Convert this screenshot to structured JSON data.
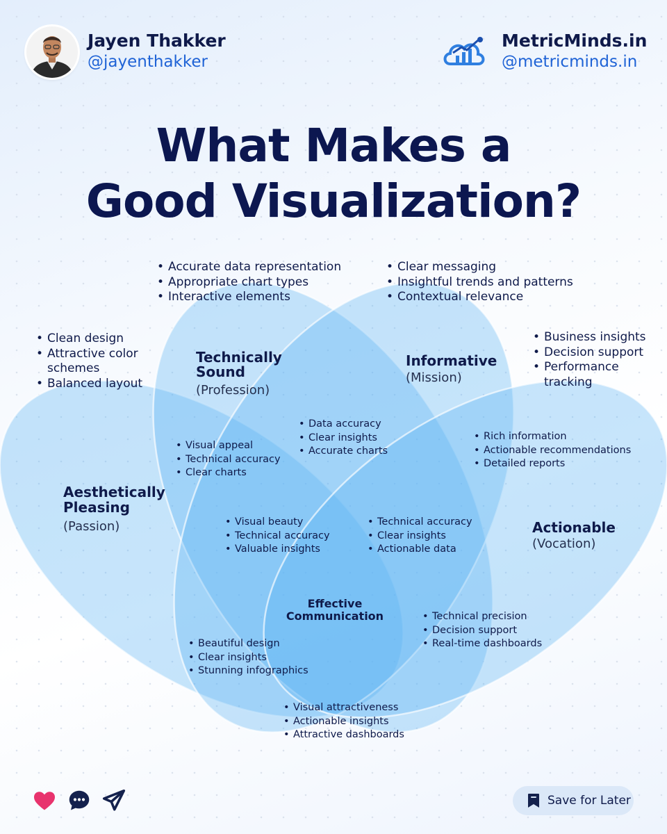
{
  "header": {
    "author_name": "Jayen Thakker",
    "author_handle": "@jayenthakker",
    "brand_name": "MetricMinds.in",
    "brand_handle": "@metricminds.in"
  },
  "title_lines": [
    "What Makes a",
    "Good Visualization?"
  ],
  "sets": {
    "technically_sound": {
      "name_line1": "Technically",
      "name_line2": "Sound",
      "sub": "(Profession)"
    },
    "informative": {
      "name": "Informative",
      "sub": "(Mission)"
    },
    "aesthetically_pleasing": {
      "name_line1": "Aesthetically",
      "name_line2": "Pleasing",
      "sub": "(Passion)"
    },
    "actionable": {
      "name": "Actionable",
      "sub": "(Vocation)"
    },
    "center": {
      "line1": "Effective",
      "line2": "Communication"
    }
  },
  "outer_lists": {
    "technically_sound": [
      "Accurate data representation",
      "Appropriate chart types",
      "Interactive elements"
    ],
    "informative": [
      "Clear messaging",
      "Insightful trends and patterns",
      "Contextual relevance"
    ],
    "aesthetically_pleasing": [
      "Clean design",
      "Attractive color",
      "schemes",
      "Balanced layout"
    ],
    "actionable": [
      "Business insights",
      "Decision support",
      "Performance",
      "tracking"
    ]
  },
  "region_lists": {
    "technical_informative": [
      "Data accuracy",
      "Clear insights",
      "Accurate charts"
    ],
    "aesthetic_technical": [
      "Visual appeal",
      "Technical accuracy",
      "Clear charts"
    ],
    "informative_actionable": [
      "Rich information",
      "Actionable recommendations",
      "Detailed reports"
    ],
    "aesthetic_technical_informative": [
      "Visual beauty",
      "Technical accuracy",
      "Valuable insights"
    ],
    "technical_informative_actionable": [
      "Technical accuracy",
      "Clear insights",
      "Actionable data"
    ],
    "technical_actionable": [
      "Technical precision",
      "Decision support",
      "Real-time dashboards"
    ],
    "aesthetic_informative": [
      "Beautiful design",
      "Clear insights",
      "Stunning infographics"
    ],
    "aesthetic_actionable": [
      "Visual attractiveness",
      "Actionable insights",
      "Attractive dashboards"
    ]
  },
  "footer": {
    "save_label": "Save for Later"
  },
  "icons": [
    "heart-icon",
    "comment-icon",
    "send-icon",
    "bookmark-icon"
  ],
  "colors": {
    "ellipse_fill": "#5ab4f4",
    "title": "#0c1750",
    "handle": "#1f63d6",
    "heart": "#e8336d",
    "navy": "#14214d"
  }
}
